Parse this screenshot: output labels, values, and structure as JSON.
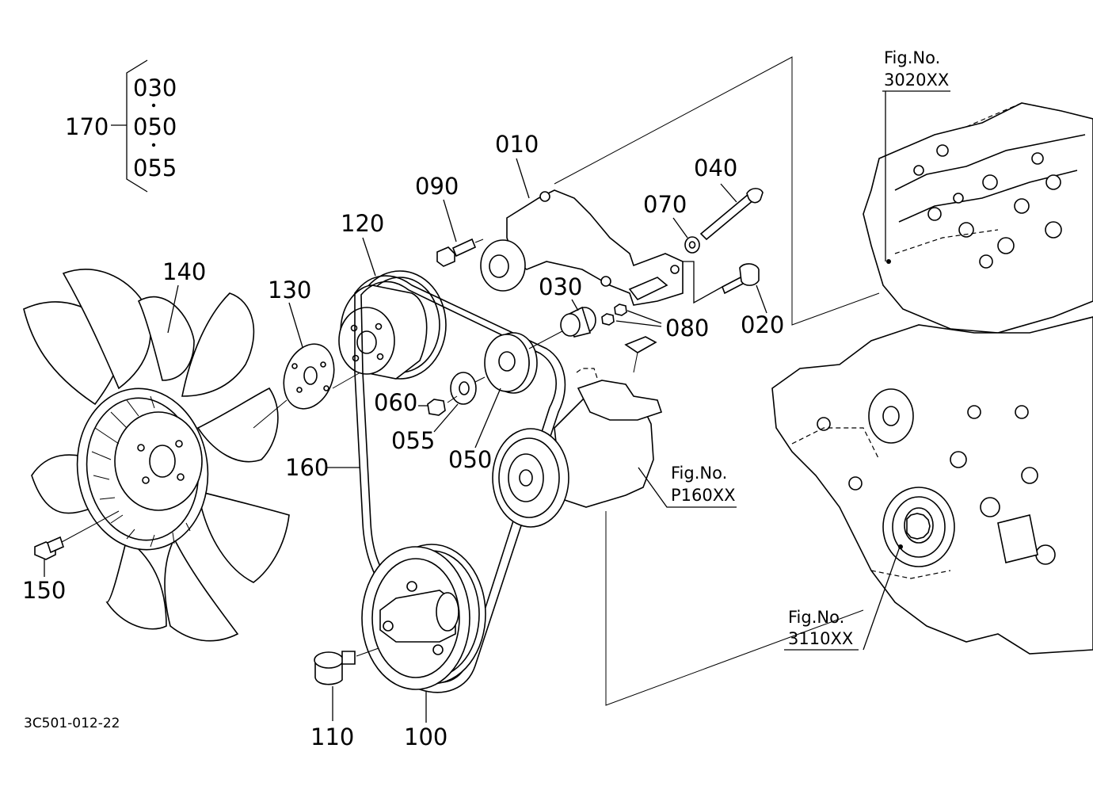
{
  "group_label": "170",
  "group_items": [
    "030",
    "050",
    "055"
  ],
  "parts": {
    "p010": "010",
    "p020": "020",
    "p030": "030",
    "p040": "040",
    "p050": "050",
    "p055": "055",
    "p060": "060",
    "p070": "070",
    "p080": "080",
    "p090": "090",
    "p100": "100",
    "p110": "110",
    "p120": "120",
    "p130": "130",
    "p140": "140",
    "p150": "150",
    "p160": "160"
  },
  "figrefs": {
    "head": {
      "title": "Fig.No.",
      "code": "3020XX"
    },
    "compressor": {
      "title": "Fig.No.",
      "code": "P160XX"
    },
    "gearcase": {
      "title": "Fig.No.",
      "code": "3110XX"
    }
  },
  "drawing_code": "3C501-012-22"
}
